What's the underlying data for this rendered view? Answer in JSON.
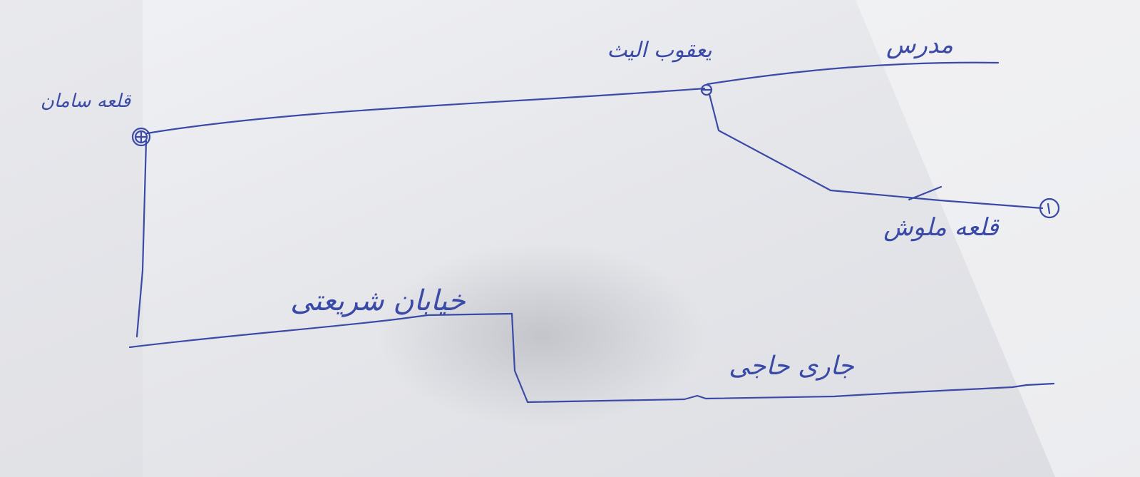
{
  "map": {
    "paper_color": "#e9eaee",
    "ink_color": "#3a4aa6",
    "labels": {
      "top_right_road": "مدرس",
      "junction_label": "یعقوب الیث",
      "left_node_label": "قلعه سامان",
      "right_node_label": "قلعه ملوش",
      "middle_road_label": "خیابان شریعتی",
      "bottom_road_label": "جاری حاجی"
    }
  }
}
